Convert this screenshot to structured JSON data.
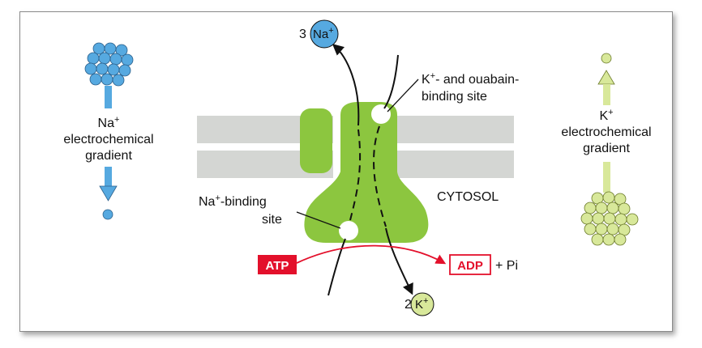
{
  "colors": {
    "membrane": "#d4d6d3",
    "pump": "#8cc63f",
    "sodium": "#56a9e0",
    "potassium": "#d8e89a",
    "atp_red": "#e3102b",
    "arrow": "#111111"
  },
  "sodium_gradient": {
    "symbol": "Na",
    "charge": "+",
    "line1": "electrochemical",
    "line2": "gradient"
  },
  "potassium_gradient": {
    "symbol": "K",
    "charge": "+",
    "line1": "electrochemical",
    "line2": "gradient"
  },
  "top_ion": {
    "count": "3",
    "symbol": "Na",
    "charge": "+"
  },
  "bottom_ion": {
    "count": "2",
    "symbol": "K",
    "charge": "+"
  },
  "k_site": {
    "symbol": "K",
    "charge": "+",
    "line1_rest": "- and ouabain-",
    "line2": "binding site"
  },
  "na_site": {
    "symbol": "Na",
    "charge": "+",
    "line1_rest": "-binding",
    "line2": "site"
  },
  "cytosol_label": "CYTOSOL",
  "atp_label": "ATP",
  "adp_label": "ADP",
  "pi_label": "+ Pi"
}
